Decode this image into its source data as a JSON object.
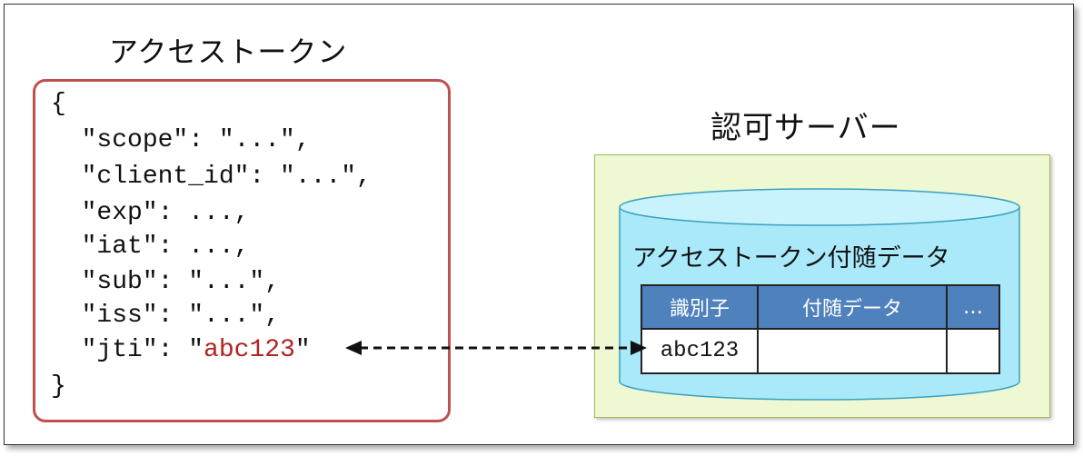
{
  "token": {
    "title": "アクセストークン",
    "lines": {
      "open": "{",
      "scope": "  \"scope\": \"...\",",
      "client_id": "  \"client_id\": \"...\",",
      "exp": "  \"exp\": ...,",
      "iat": "  \"iat\": ...,",
      "sub": "  \"sub\": \"...\",",
      "iss": "  \"iss\": \"...\",",
      "jti_prefix": "  \"jti\": \"",
      "jti_value": "abc123",
      "jti_suffix": "\"",
      "close": "}"
    }
  },
  "server": {
    "title": "認可サーバー",
    "store": {
      "title": "アクセストークン付随データ",
      "headers": [
        "識別子",
        "付随データ",
        "…"
      ],
      "row": [
        "abc123",
        "",
        ""
      ]
    }
  },
  "colors": {
    "token_border": "#c0504d",
    "highlight": "#b22222",
    "server_bg": "#eef8d2",
    "cylinder": "#a9e9f9",
    "table_header": "#4f81bd"
  }
}
